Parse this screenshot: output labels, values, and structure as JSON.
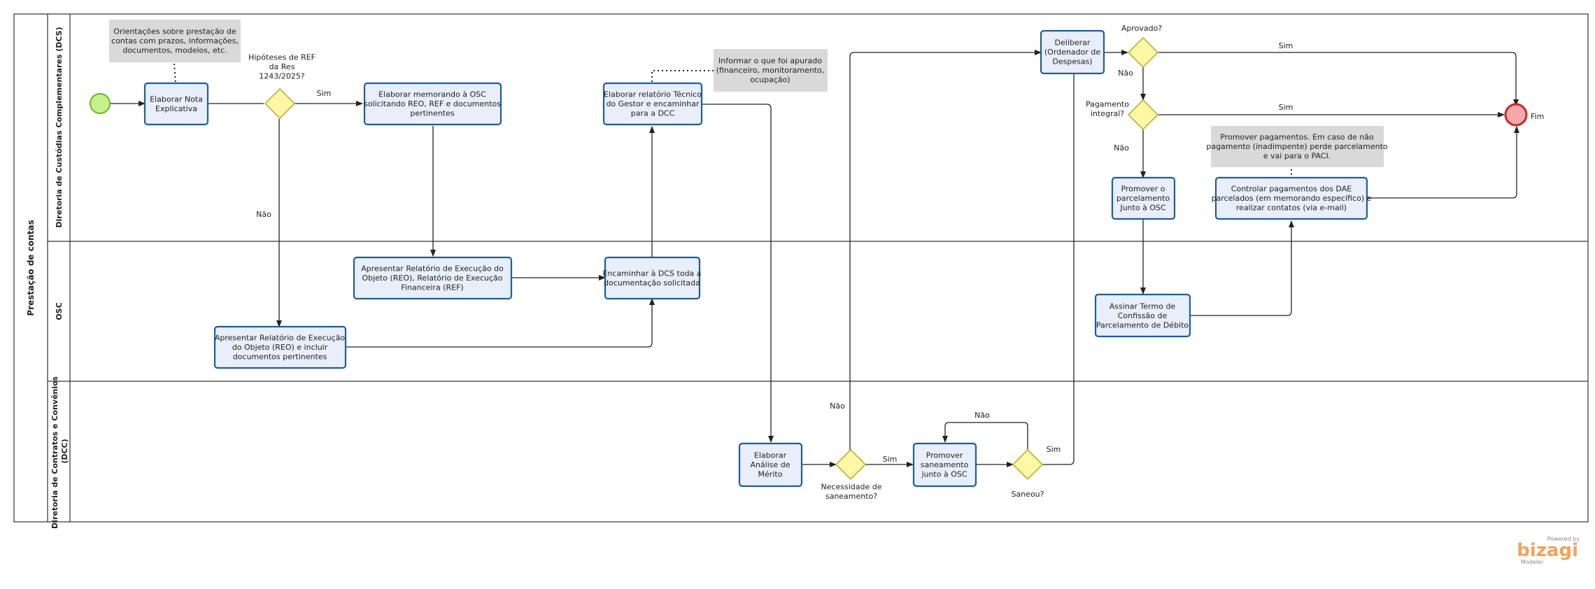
{
  "pool": {
    "title": "Prestação de contas"
  },
  "lanes": {
    "dcs": "Diretoria de Custódias Complementares (DCS)",
    "osc": "OSC",
    "dcc": "Diretoria de Contratos e Convênios (DCC)"
  },
  "tasks": {
    "nota": [
      "Elaborar Nota",
      "Explicativa"
    ],
    "memorando": [
      "Elaborar memorando à OSC",
      "solicitando REO, REF e documentos",
      "pertinentes"
    ],
    "relatorio_tecnico": [
      "Elaborar relatório Técnico",
      "do Gestor e encaminhar",
      "para a DCC"
    ],
    "deliberar": [
      "Deliberar",
      "(Ordenador de",
      "Despesas)"
    ],
    "parcelamento": [
      "Promover o",
      "parcelamento",
      "Junto à OSC"
    ],
    "controlar": [
      "Controlar pagamentos dos DAE",
      "parcelados (em memorando específico) e",
      "realizar contatos (via e-mail)"
    ],
    "reo_ref": [
      "Apresentar Relatório de Execução do",
      "Objeto (REO), Relatório de Execução",
      "Financeira (REF)"
    ],
    "encaminhar": [
      "Encaminhar à DCS toda a",
      "documentação solicitada"
    ],
    "reo": [
      "Apresentar Relatório de Execução",
      "do Objeto (REO) e incluir",
      "documentos pertinentes"
    ],
    "termo": [
      "Assinar Termo de",
      "Confissão de",
      "Parcelamento de Débito"
    ],
    "analise": [
      "Elaborar",
      "Análise de",
      "Mérito"
    ],
    "saneamento": [
      "Promover",
      "saneamento",
      "junto à OSC"
    ]
  },
  "notes": {
    "orientacoes": [
      "Orientações sobre prestação de",
      "contas com prazos, informações,",
      "documentos, modelos, etc."
    ],
    "informar": [
      "Informar o que foi apurado",
      "(financeiro, monitoramento,",
      "ocupação)"
    ],
    "promover_pagamentos": [
      "Promover pagamentos. Em caso de não",
      "pagamento (inadimpente) perde parcelamento",
      "e vai para o PACI."
    ]
  },
  "gateways": {
    "hipoteses": [
      "Hipóteses de REF",
      "da Res",
      "1243/2025?"
    ],
    "aprovado": [
      "Aprovado?"
    ],
    "pagamento": [
      "Pagamento",
      "integral?"
    ],
    "necessidade": [
      "Necessidade de",
      "saneamento?"
    ],
    "saneou": [
      "Saneou?"
    ]
  },
  "flow_labels": {
    "sim_hipoteses": "Sim",
    "nao_hipoteses": "Não",
    "sim_aprovado": "Sim",
    "nao_aprovado": "Não",
    "sim_pagamento": "Sim",
    "nao_pagamento": "Não",
    "sim_necessidade": "Sim",
    "nao_necessidade": "Não",
    "sim_saneou": "Sim",
    "nao_saneou": "Não"
  },
  "end_event": {
    "label": "Fim"
  },
  "branding": {
    "powered_by": "Powered by",
    "brand": "bizagi",
    "product": "Modeler"
  },
  "colors": {
    "task_fill": "#e8eefa",
    "task_stroke": "#1f5e94",
    "gateway_fill": "#fdf7a6",
    "start_fill": "#c6f28b",
    "start_stroke": "#6fb22c",
    "end_fill": "#f3a9a9",
    "end_stroke": "#c42a2a",
    "brand": "#f2a25c"
  }
}
